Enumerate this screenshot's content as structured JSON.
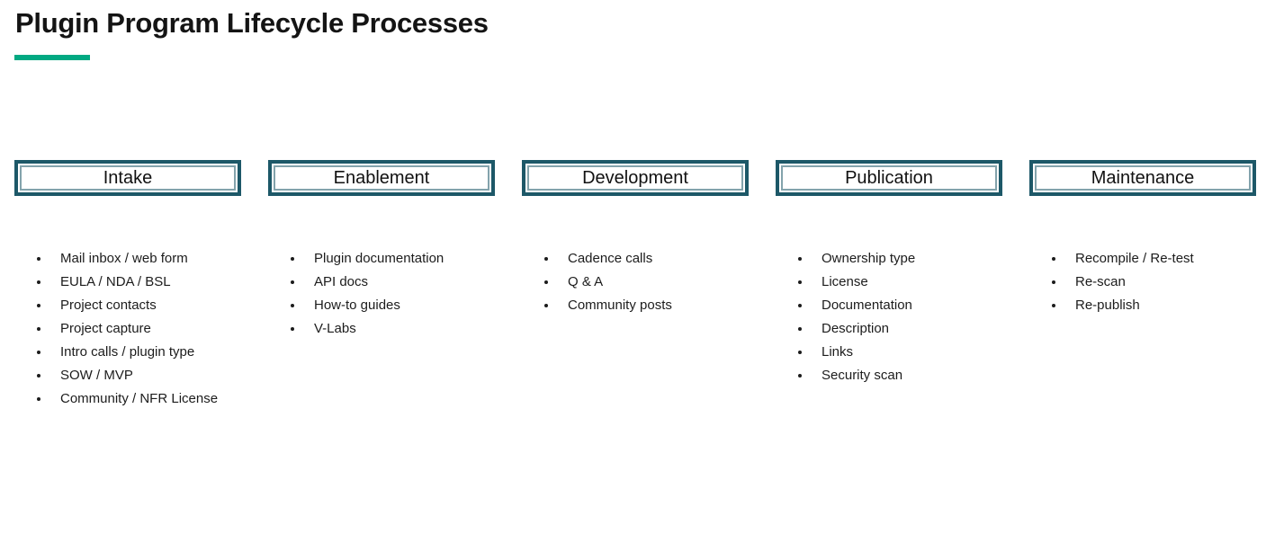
{
  "title": "Plugin Program Lifecycle Processes",
  "colors": {
    "accent_green": "#01a982",
    "box_border_teal": "#1d5868",
    "box_inner_line": "rgba(29,88,104,0.55)",
    "text": "#1c1c1c"
  },
  "columns": [
    {
      "label": "Intake",
      "items": [
        "Mail inbox / web form",
        "EULA / NDA / BSL",
        "Project contacts",
        "Project capture",
        "Intro calls / plugin type",
        "SOW / MVP",
        "Community / NFR License"
      ]
    },
    {
      "label": "Enablement",
      "items": [
        "Plugin documentation",
        "API docs",
        "How-to guides",
        "V-Labs"
      ]
    },
    {
      "label": "Development",
      "items": [
        "Cadence calls",
        "Q & A",
        "Community posts"
      ]
    },
    {
      "label": "Publication",
      "items": [
        "Ownership type",
        "License",
        "Documentation",
        "Description",
        "Links",
        "Security scan"
      ]
    },
    {
      "label": "Maintenance",
      "items": [
        "Recompile / Re-test",
        "Re-scan",
        "Re-publish"
      ]
    }
  ]
}
